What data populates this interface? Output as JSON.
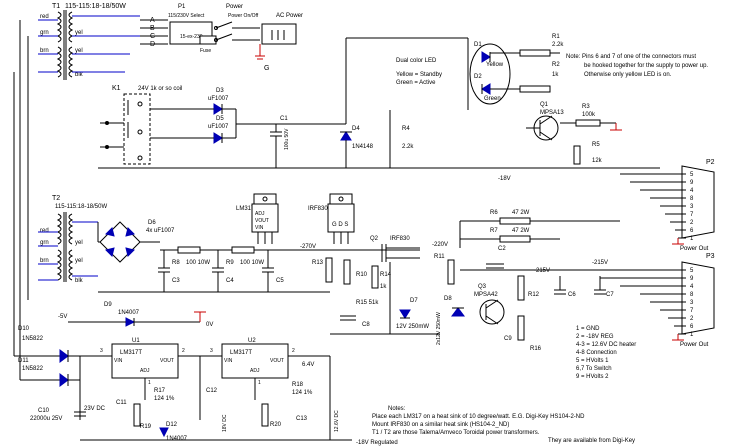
{
  "transformers": {
    "t1": {
      "label": "T1",
      "spec": "115-115:18-18/50W"
    },
    "t2": {
      "label": "T2",
      "spec": "115-115:18-18/50W"
    },
    "wires": [
      "red",
      "grn",
      "yel",
      "brn",
      "yel",
      "blk"
    ]
  },
  "top": {
    "terminals": [
      "A",
      "B",
      "C",
      "D"
    ],
    "p1": "P1",
    "select": "115/230V Select",
    "fuse": "Fuse",
    "fuse_alt": "15-ex-230",
    "power": "Power",
    "power_sub": "Power On/Off",
    "ac_power": "AC Power",
    "ground": "G"
  },
  "relay": {
    "k1": "K1",
    "coil": "24V 1k or so coil"
  },
  "diodes": {
    "d3": "D3",
    "d3v": "uF1007",
    "d5": "D5",
    "d5v": "uF1007",
    "d4": "D4",
    "d4v": "1N4148",
    "d6": "D6",
    "d6v": "4x uF1007",
    "d7": "D7",
    "d7v": "12V 250mW",
    "d8": "D8",
    "d8v": "2x12V 250mW",
    "d9": "D9",
    "d9v": "1N4007",
    "d10": "D10",
    "d10v": "1N5822",
    "d11": "D11",
    "d11v": "1N5822",
    "d12": "D12",
    "d12v": "1N4007"
  },
  "led": {
    "title": "Dual color LED",
    "d1": "D1",
    "d2": "D2",
    "yellow": "Yellow",
    "green": "Green",
    "yellow_state": "Yellow = Standby",
    "green_state": "Green = Active"
  },
  "resistors": {
    "r1": "R1",
    "r1v": "2.2k",
    "r2": "R2",
    "r2v": "1k",
    "r3": "R3",
    "r3v": "100k",
    "r4": "R4",
    "r4v": "2.2k",
    "r5": "R5",
    "r5v": "12k",
    "r6": "R6",
    "r6v": "47 2W",
    "r7": "R7",
    "r7v": "47 2W",
    "r8": "R8",
    "r8v": "100 10W",
    "r9": "R9",
    "r9v": "100 10W",
    "r10": "R10",
    "r11": "R11",
    "r12": "R12",
    "r13": "R13",
    "r14": "R14",
    "r14v": "1k",
    "r15": "R15 51k",
    "r16": "R16",
    "r17": "R17",
    "r17v": "124 1%",
    "r18": "R18",
    "r18v": "124 1%",
    "r19": "R19",
    "r20": "R20"
  },
  "caps": {
    "c1": "C1",
    "c1v": "100u 50V",
    "c2": "C2",
    "c3": "C3",
    "c4": "C4",
    "c5": "C5",
    "c6": "C6",
    "c7": "C7",
    "c8": "C8",
    "c9": "C9",
    "c10": "C10",
    "c10v": "22000u 25V",
    "c11": "C11",
    "c12": "C12",
    "c13": "C13",
    "c23": "23V DC"
  },
  "transistors": {
    "q1": "Q1",
    "q1v": "MPSA13",
    "q2": "Q2",
    "q2v": "IRF830",
    "q3": "Q3",
    "q3v": "MPSA42"
  },
  "packages": {
    "lm317": "LM317",
    "irf830": "IRF830",
    "adj": "ADJ",
    "vout": "VOUT",
    "vin": "VIN",
    "gds": "G D S"
  },
  "regulators": {
    "u1": "U1",
    "u2": "U2",
    "part": "LM317T",
    "vin": "VIN",
    "vout": "VOUT",
    "adj": "ADJ",
    "pin3": "3",
    "pin2": "2",
    "pin1": "1"
  },
  "voltages": {
    "m18v": "-18V",
    "m270v": "-270V",
    "m220v": "-220V",
    "m215v": "-215V",
    "m215v2": "-215V",
    "m5v": "-5V",
    "zero": "0V",
    "v64": "6.4V",
    "v18dc": "18V DC",
    "v126dc": "12.6V DC",
    "m18reg": "-18V Regulated"
  },
  "connectors": {
    "p2": "P2",
    "p3": "P3",
    "pins": [
      "5",
      "9",
      "4",
      "8",
      "3",
      "7",
      "2",
      "6",
      "1"
    ],
    "power_out": "Power Out"
  },
  "pin_legend": [
    "1 = GND",
    "2 = -18V REG",
    "4-3 = 12.6V DC heater",
    "4-8 Connection",
    "5 = HVolts 1",
    "6,7 To Switch",
    "9 = HVolts 2"
  ],
  "note_top": [
    "Note: Pins 6 and 7 of one of the connectors must",
    "be hooked together for the supply to power up.",
    "Otherwise only yellow LED is on."
  ],
  "notes": {
    "title": "Notes:",
    "lines": [
      "Place each LM317 on a heat sink of 10 degree/watt. E.G. Digi-Key HS104-2-ND",
      "Mount IRF830 on a similar heat sink (HS104-2_ND)",
      "T1 / T2 are those Talema/Amveco Toroidal power transformers.",
      "They are available from Digi-Key"
    ]
  }
}
